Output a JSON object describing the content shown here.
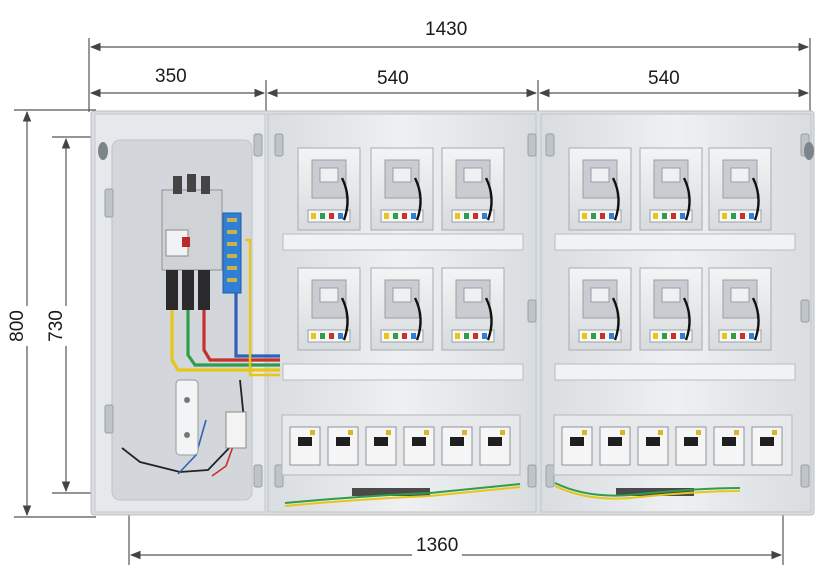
{
  "dimensions": {
    "overall_width": "1430",
    "left_section_width": "350",
    "middle_section_width": "540",
    "right_section_width": "540",
    "overall_height": "800",
    "inner_height": "730",
    "mounting_width": "1360"
  },
  "colors": {
    "enclosure": "#e4e7ea",
    "panel": "#d2d6da",
    "dimension_line": "#444444",
    "wire_yellow": "#e8c619",
    "wire_green": "#2f9d4a",
    "wire_red": "#c9302c",
    "wire_blue": "#2e62b8",
    "terminal_blue": "#2f7fd6"
  },
  "meters": {
    "middle_panel_count": 6,
    "right_panel_count": 6
  },
  "breakers": {
    "middle_panel_count": 6,
    "right_panel_count": 6
  }
}
